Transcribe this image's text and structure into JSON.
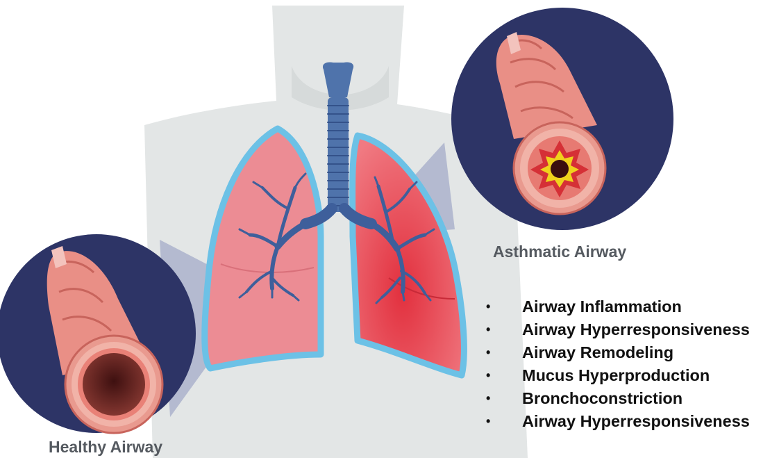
{
  "labels": {
    "asthmatic": "Asthmatic Airway",
    "healthy": "Healthy Airway"
  },
  "features": [
    "Airway Inflammation",
    "Airway Hyperresponsiveness",
    "Airway Remodeling",
    "Mucus Hyperproduction",
    "Bronchoconstriction",
    "Airway Hyperresponsiveness"
  ],
  "bullet": "•",
  "colors": {
    "body": "#e3e6e6",
    "inset_background": "#2d3466",
    "lung_healthy": "#ec8c94",
    "lung_inflamed": "#e8414e",
    "pleura_outline": "#6cc1e6",
    "bronchi": "#3e5f9b",
    "airway_wall": "#e98f86",
    "lumen": "#6e2622",
    "mucus": "#f0d21c"
  }
}
